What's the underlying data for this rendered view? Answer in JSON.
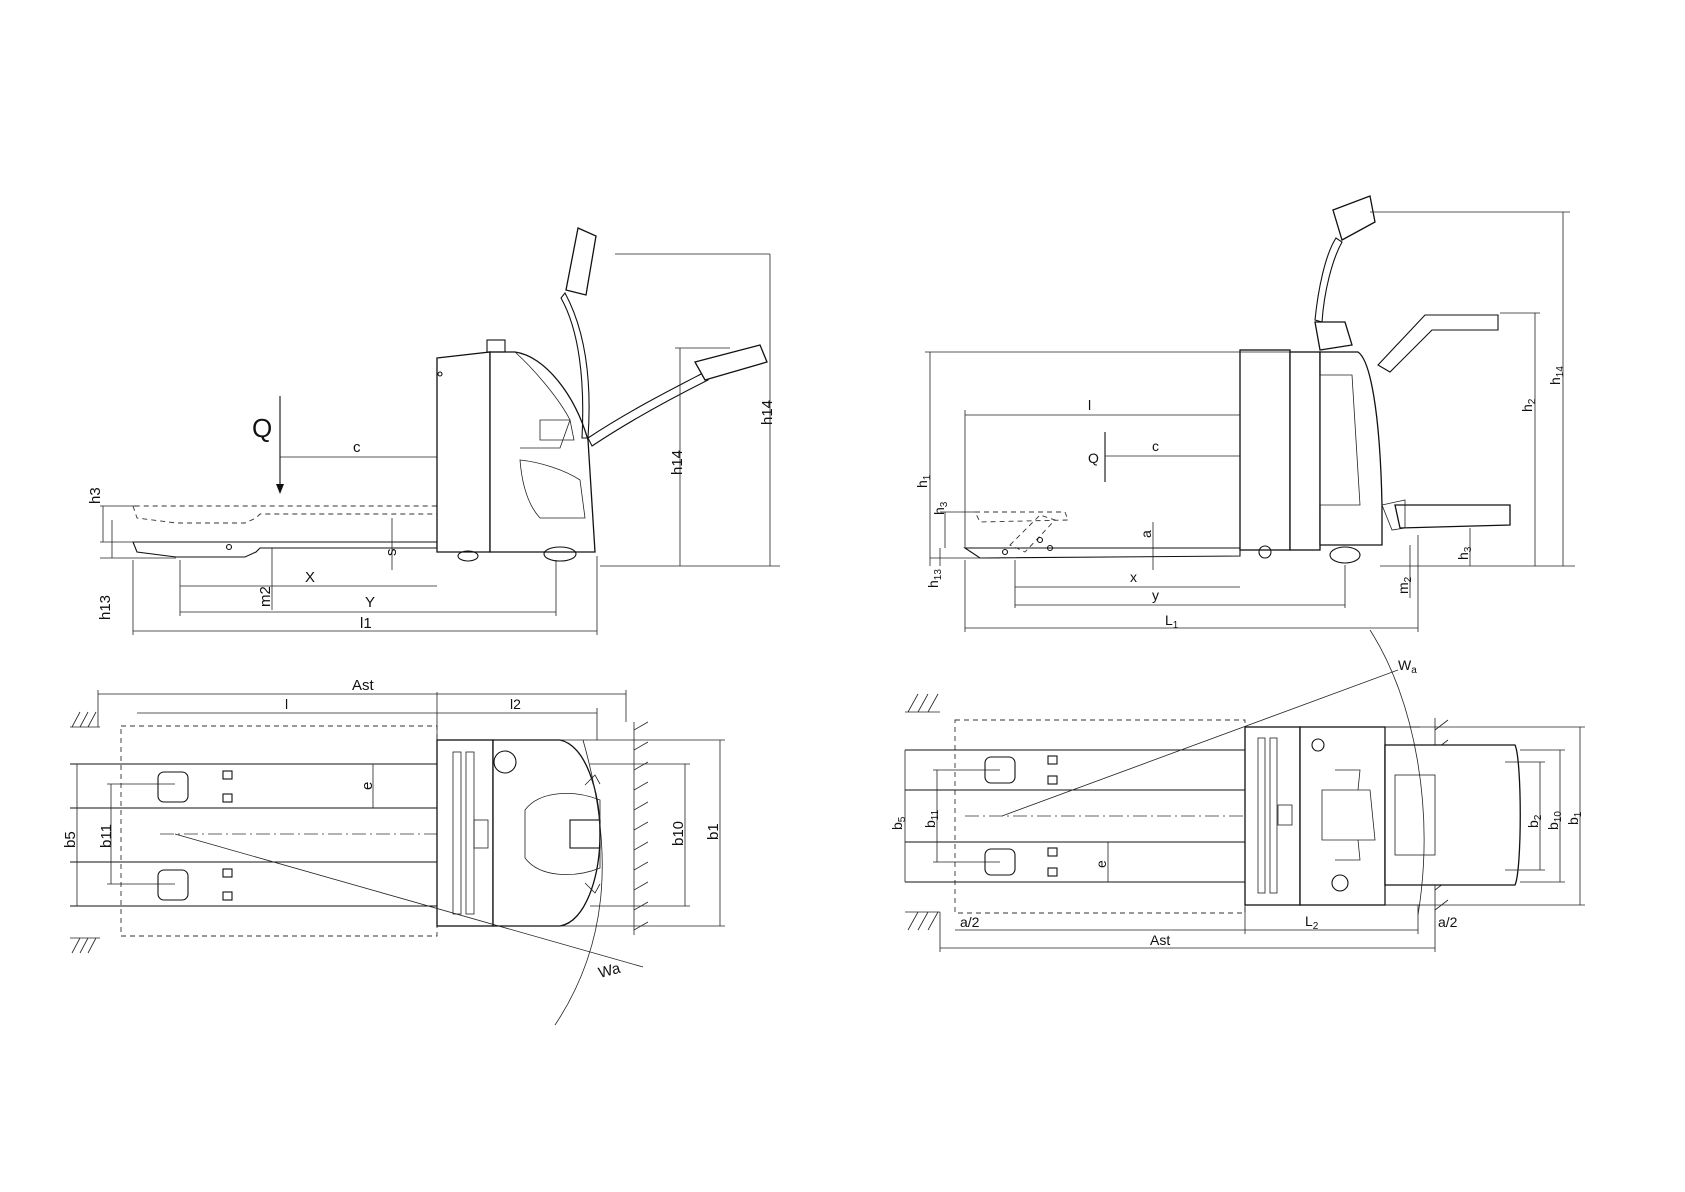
{
  "labels": {
    "q_left": "Q",
    "c_left": "c",
    "h3_left": "h3",
    "h13_left": "h13",
    "s_left": "s",
    "m2_left": "m2",
    "x_left": "X",
    "y_left": "Y",
    "l1_left": "l1",
    "h14_left_inner": "h14",
    "h14_left_outer": "h14",
    "ast_left": "Ast",
    "l_left": "l",
    "l2_left": "l2",
    "e_left": "e",
    "b5_left": "b5",
    "b11_left": "b11",
    "b10_left": "b10",
    "b1_left": "b1",
    "wa_left": "Wa",
    "l_right": "l",
    "q_right": "Q",
    "c_right": "c",
    "h1_main": "h",
    "h1_sub": "1",
    "h3_main": "h",
    "h3_sub": "3",
    "a_right": "a",
    "h13_main": "h",
    "h13_sub": "13",
    "x_right": "x",
    "y_right": "y",
    "L1_main": "L",
    "L1_sub": "1",
    "m2_main": "m",
    "m2_sub": "2",
    "h3r_main": "h",
    "h3r_sub": "3",
    "h2_main": "h",
    "h2_sub": "2",
    "h14_main": "h",
    "h14_sub": "14",
    "wa_main": "W",
    "wa_sub": "a",
    "b5_main": "b",
    "b5_sub": "5",
    "b11_main": "b",
    "b11_sub": "11",
    "e_right": "e",
    "a2_left": "a/2",
    "ast_right": "Ast",
    "L2_main": "L",
    "L2_sub": "2",
    "a2_right": "a/2",
    "b2_main": "b",
    "b2_sub": "2",
    "b10_main": "b",
    "b10_sub": "10",
    "b1_main": "b",
    "b1_sub": "1"
  }
}
